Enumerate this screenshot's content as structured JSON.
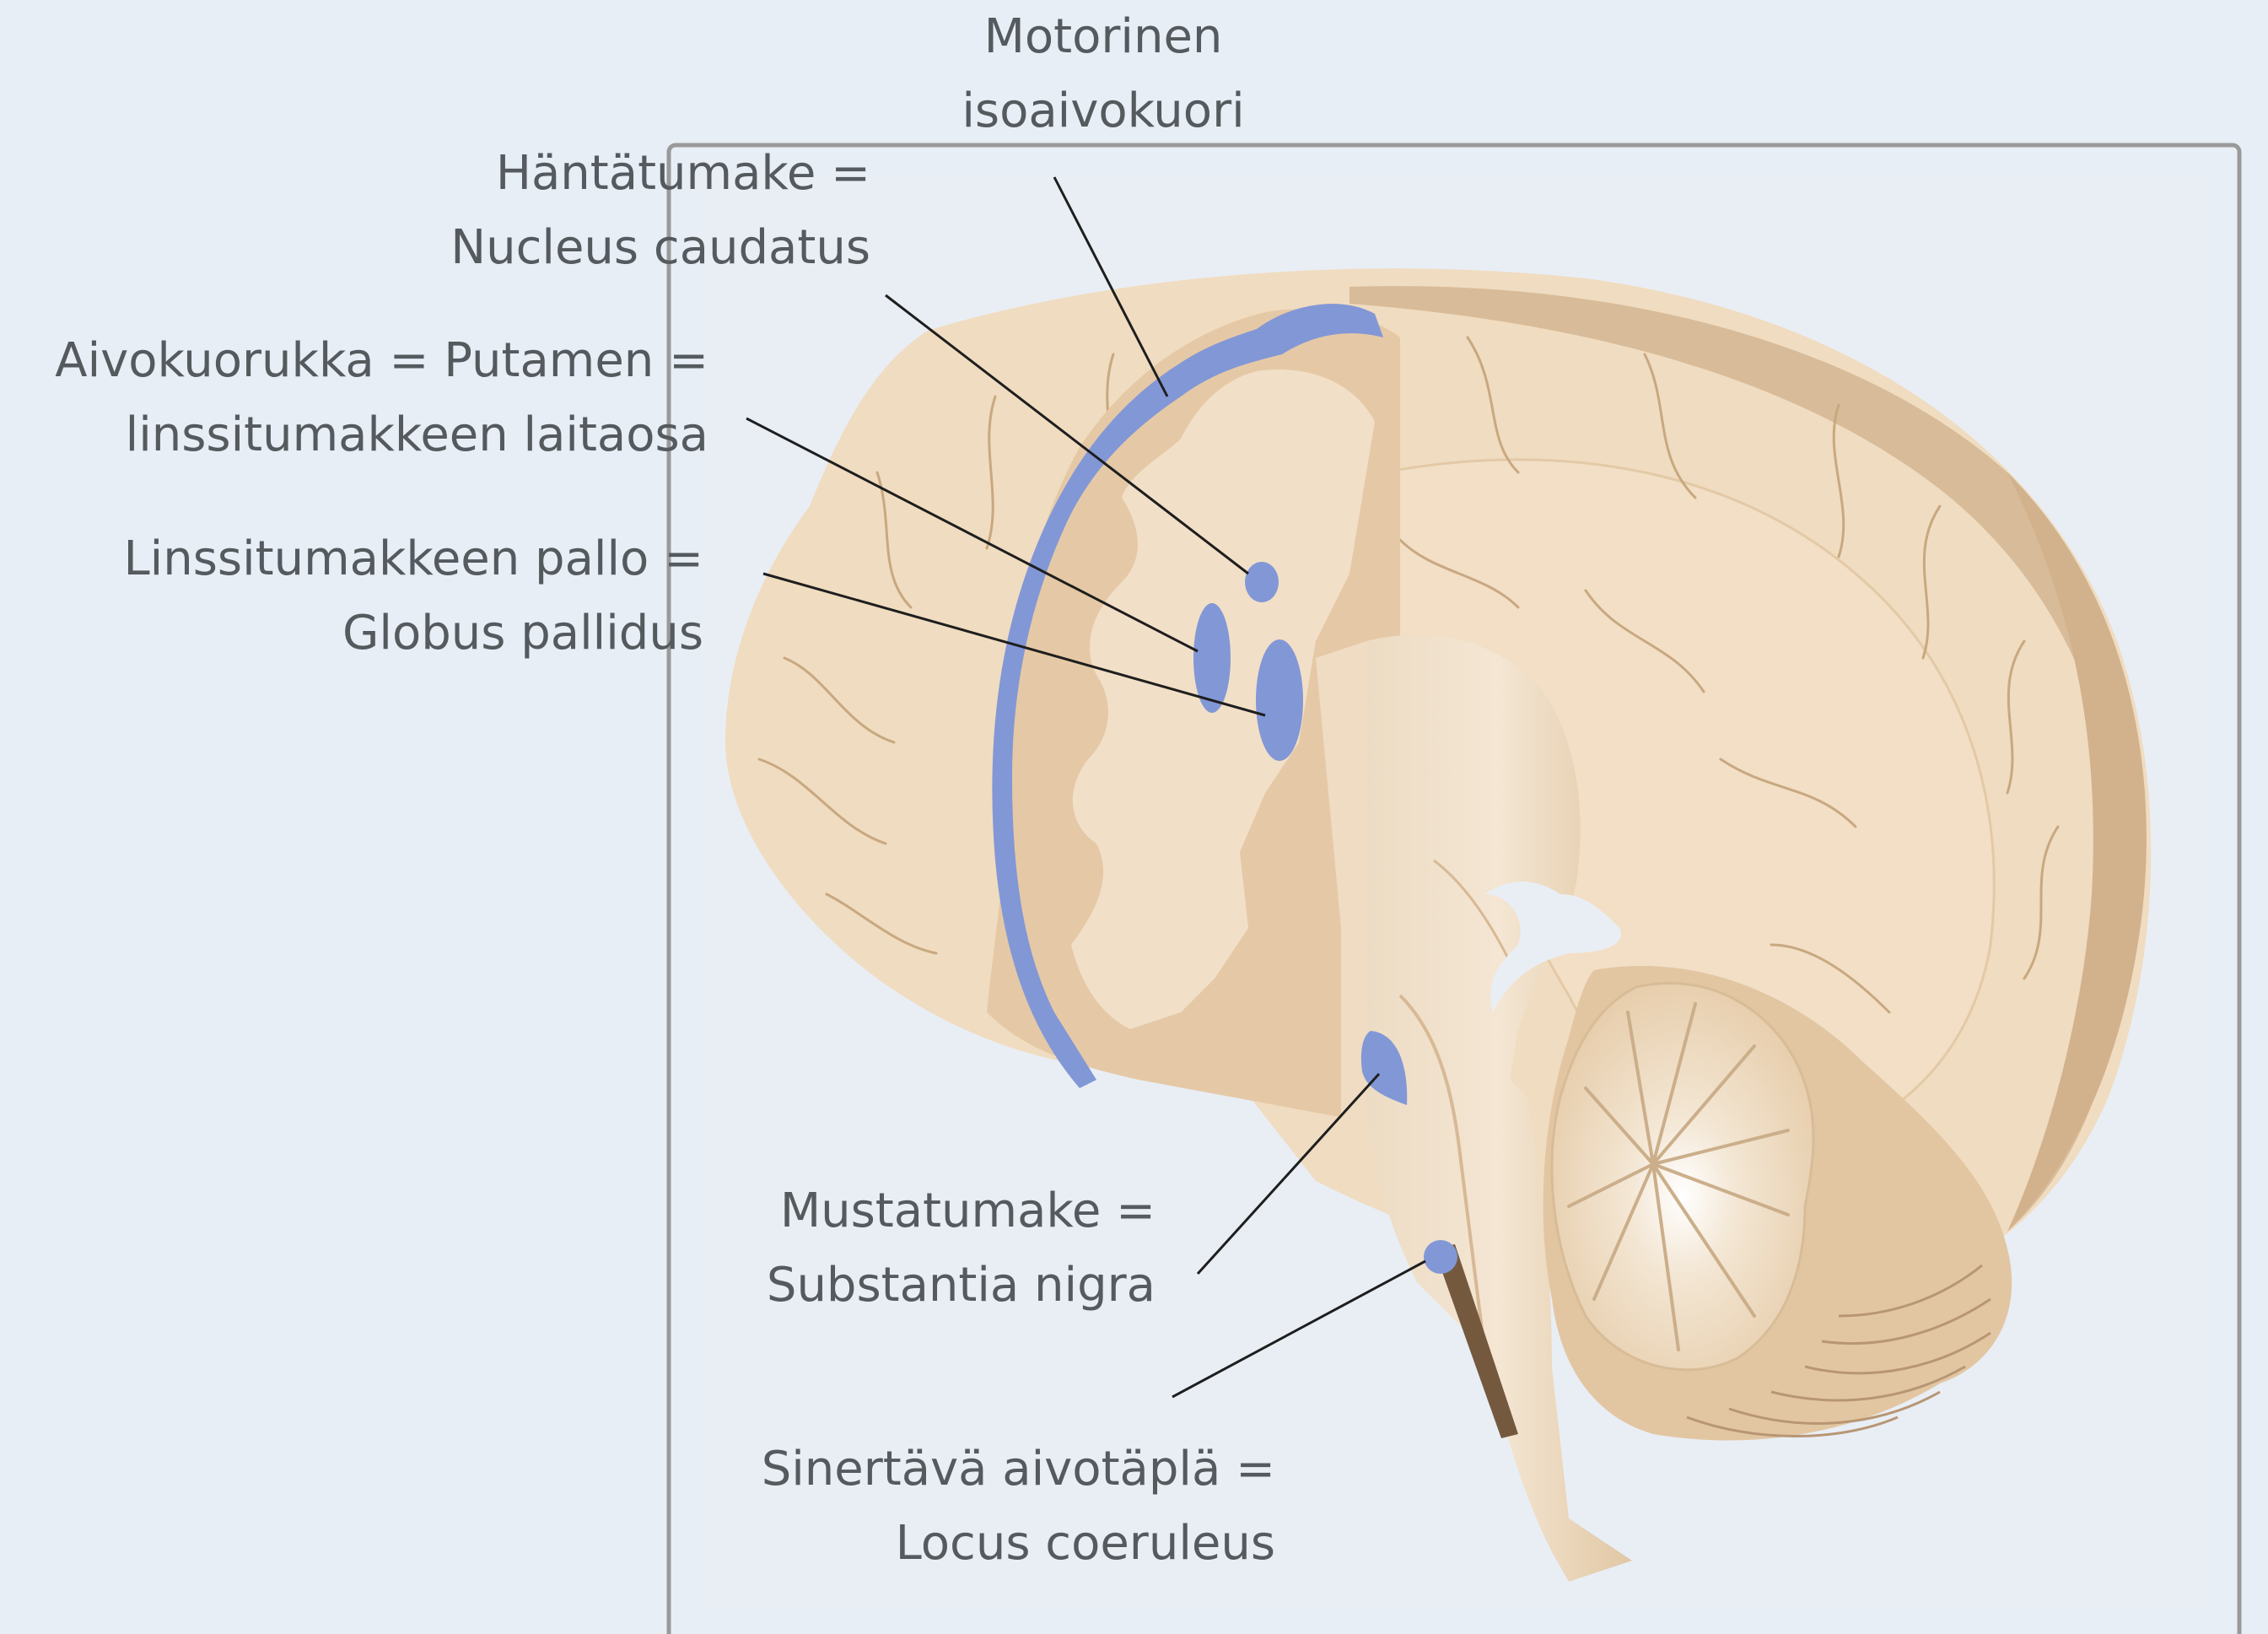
{
  "labels": {
    "motor_cortex": {
      "line1": "Motorinen",
      "line2": "isoaivokuori"
    },
    "caudate": {
      "line1": "Häntätumake =",
      "line2": "Nucleus caudatus"
    },
    "putamen": {
      "line1": "Aivokuorukka = Putamen =",
      "line2": "linssitumakkeen laitaosa"
    },
    "globus_pallidus": {
      "line1": "Linssitumakkeen pallo =",
      "line2": "Globus pallidus"
    },
    "substantia_nigra": {
      "line1": "Mustatumake =",
      "line2": "Substantia nigra"
    },
    "locus_coeruleus": {
      "line1": "Sinertävä aivotäplä =",
      "line2": "Locus coeruleus"
    }
  },
  "colors": {
    "background": "#e8eef6",
    "brain_light": "#f0dcc0",
    "brain_mid": "#e6c9a4",
    "brain_dark": "#d2b28e",
    "highlight_blue": "#8297d6",
    "leader_line": "#1e1e1e",
    "text": "#555a5e"
  }
}
